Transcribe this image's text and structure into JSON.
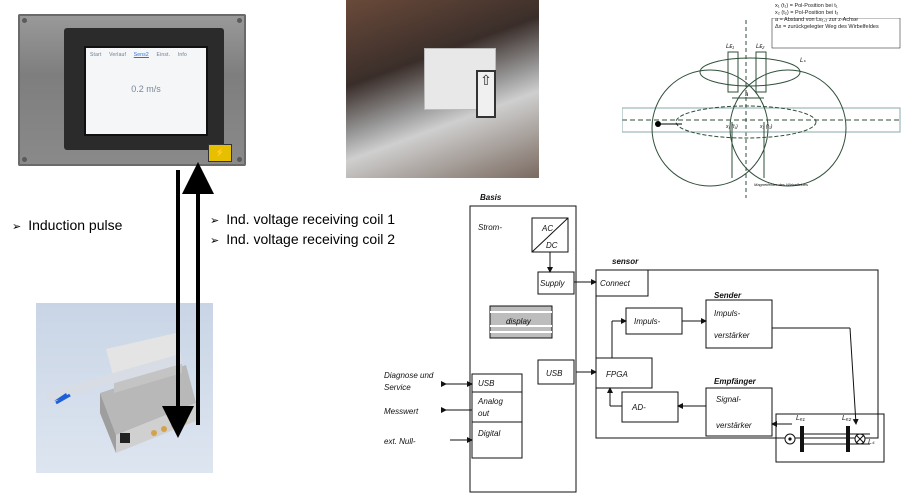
{
  "device": {
    "screen_tabs": [
      "Start",
      "Verlauf",
      "Sens2",
      "Einst.",
      "Info"
    ],
    "active_tab_index": 2,
    "screen_value": "0.2 m/s"
  },
  "labels": {
    "induction_pulse": "Induction pulse",
    "coil1": "Ind. voltage receiving coil 1",
    "coil2": "Ind. voltage receiving coil 2"
  },
  "physics_legend": [
    "x₁ (t₁) = Pol-Position bei t₁",
    "x₂ (t₂) = Pol-Position bei t₂",
    "a = Abstand von Lᴇ₁,₂ zur z-Achse",
    "Δx = zurückgelegter Weg des Wirbelfeldes"
  ],
  "physics_labels": {
    "le1": "Lᴇ₁",
    "le2": "Lᴇ₂",
    "ls": "Lₛ",
    "a": "a",
    "x1": "x₁ (t₁)",
    "x2": "x₂ (t₂)",
    "note": "Magnetfelder des Wirbelfeldes"
  },
  "block": {
    "basis": "Basis",
    "strom": "Strom-",
    "ac": "AC",
    "dc": "DC",
    "supply": "Supply",
    "display": "display",
    "usb_inner": "USB",
    "usb_port": "USB",
    "analog_1": "Analog",
    "analog_2": "out",
    "digital": "Digital",
    "sensor": "sensor",
    "connect": "Connect",
    "sender": "Sender",
    "impuls": "Impuls-",
    "impuls_v1": "Impuls-",
    "impuls_v2": "verstärker",
    "fpga": "FPGA",
    "empfaenger": "Empfänger",
    "ad": "AD-",
    "signal_v1": "Signal-",
    "signal_v2": "verstärker",
    "diag_1": "Diagnose und",
    "diag_2": "Service",
    "messwert": "Messwert",
    "ext_null": "ext. Null-",
    "le1": "Lₑ₁",
    "le2": "Lₑ₂",
    "ls": "Lₛ"
  }
}
